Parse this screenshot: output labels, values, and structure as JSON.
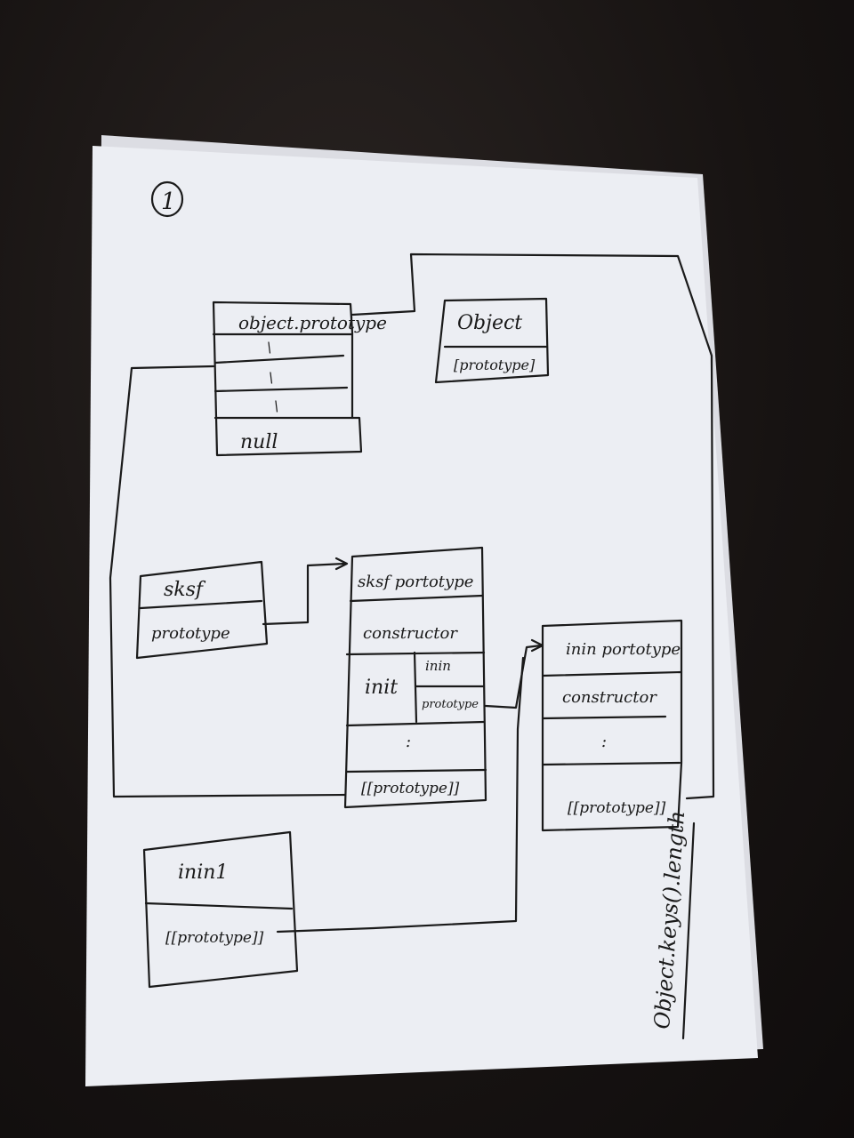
{
  "page": {
    "number": "1"
  },
  "colors": {
    "ink": "#1a1a1a",
    "paper": "#eeeff4",
    "background": "#171312"
  },
  "boxes": {
    "object_proto": {
      "rows": [
        "object.prototype",
        "\\",
        "\\",
        "\\",
        "null"
      ]
    },
    "object_ctor": {
      "rows": [
        "Object",
        "[prototype]"
      ]
    },
    "sksf": {
      "rows": [
        "sksf",
        "prototype"
      ]
    },
    "sksf_proto": {
      "rows": [
        "sksf portotype",
        "constructor",
        "init",
        "inin",
        "prototype",
        ":",
        "[[prototype]]"
      ]
    },
    "inin_proto": {
      "rows": [
        "inin portotype",
        "constructor",
        ":",
        "[[prototype]]"
      ]
    },
    "inin1": {
      "rows": [
        "inin1",
        "[[prototype]]"
      ]
    }
  },
  "side_note": "Object.keys().length"
}
